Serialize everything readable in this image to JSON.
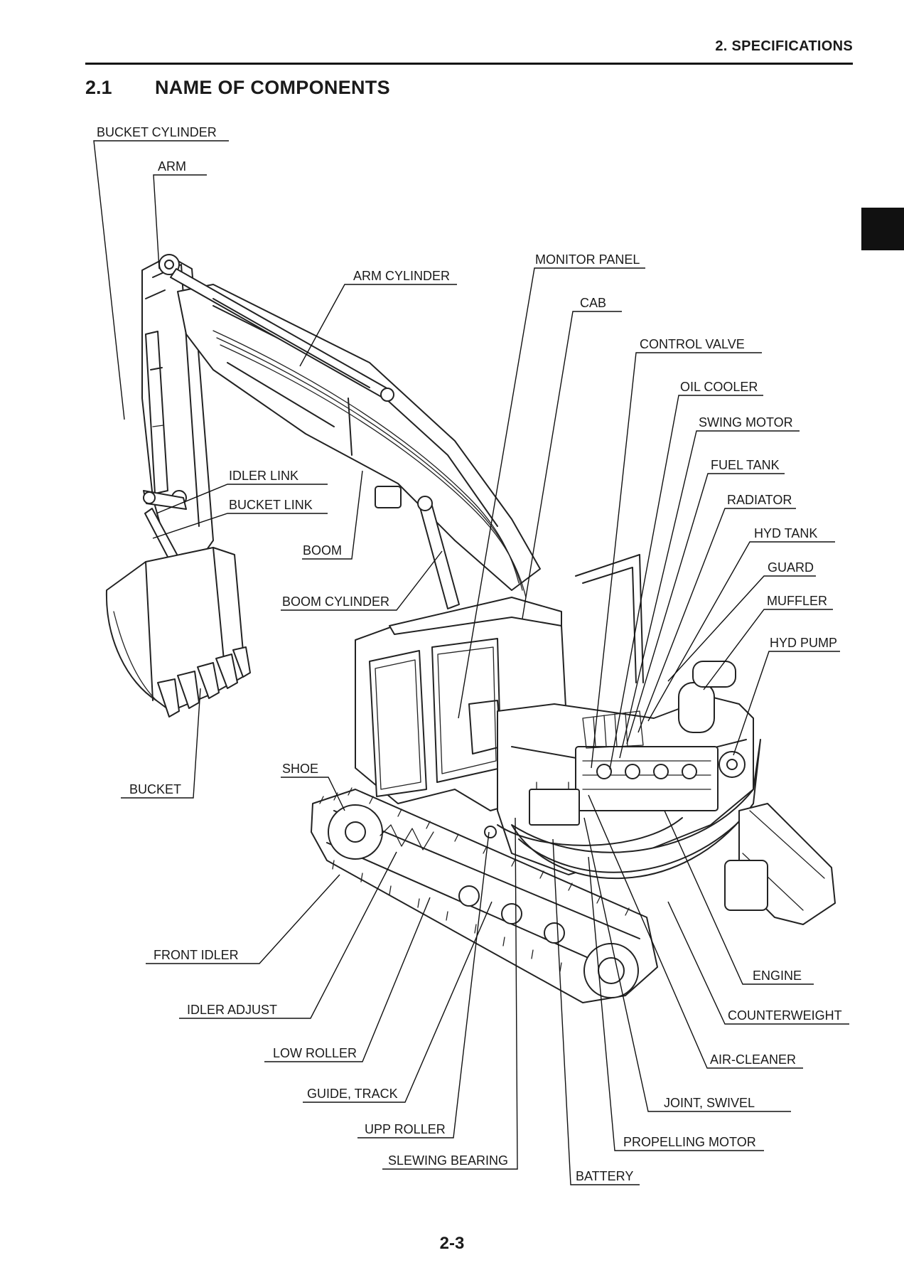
{
  "header": {
    "section_label": "2. SPECIFICATIONS"
  },
  "section": {
    "number": "2.1",
    "title": "NAME OF COMPONENTS"
  },
  "page_number": "2-3",
  "labels": {
    "bucket_cylinder": "BUCKET CYLINDER",
    "arm": "ARM",
    "arm_cylinder": "ARM CYLINDER",
    "monitor_panel": "MONITOR PANEL",
    "cab": "CAB",
    "control_valve": "CONTROL VALVE",
    "oil_cooler": "OIL COOLER",
    "swing_motor": "SWING MOTOR",
    "fuel_tank": "FUEL TANK",
    "radiator": "RADIATOR",
    "hyd_tank": "HYD TANK",
    "guard": "GUARD",
    "muffler": "MUFFLER",
    "hyd_pump": "HYD PUMP",
    "idler_link": "IDLER LINK",
    "bucket_link": "BUCKET LINK",
    "boom": "BOOM",
    "boom_cylinder": "BOOM CYLINDER",
    "shoe": "SHOE",
    "bucket": "BUCKET",
    "front_idler": "FRONT IDLER",
    "idler_adjust": "IDLER ADJUST",
    "low_roller": "LOW ROLLER",
    "guide_track": "GUIDE, TRACK",
    "upp_roller": "UPP ROLLER",
    "slewing_bearing": "SLEWING BEARING",
    "battery": "BATTERY",
    "propelling_motor": "PROPELLING MOTOR",
    "joint_swivel": "JOINT, SWIVEL",
    "air_cleaner": "AIR-CLEANER",
    "counterweight": "COUNTERWEIGHT",
    "engine": "ENGINE"
  }
}
